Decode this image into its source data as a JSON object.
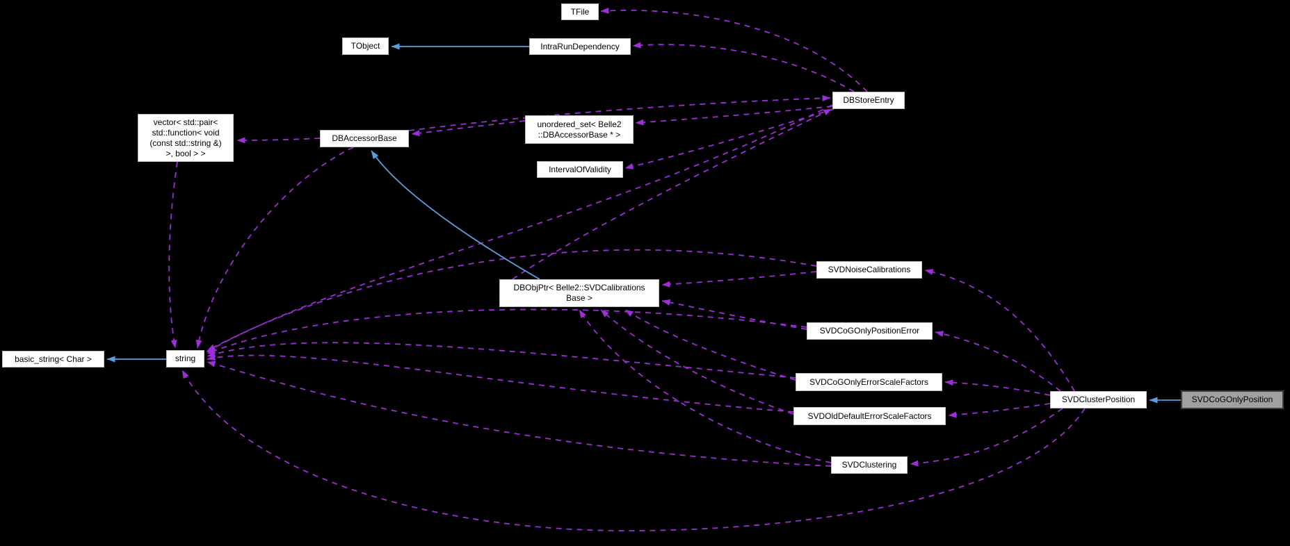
{
  "diagram": {
    "type": "doxygen-collaboration-graph",
    "focus_class": "SVDCoGOnlyPosition",
    "colors": {
      "background": "#000000",
      "node_fill": "#ffffff",
      "node_border": "#bdbdbd",
      "highlight_fill": "#a0a0a3",
      "highlight_border": "#3f3f3f",
      "text": "#000000",
      "usage": "#9c2fd6",
      "inheritance": "#57a0e0"
    },
    "nodes": [
      {
        "id": "tfile",
        "label": "TFile",
        "lines": [
          "TFile"
        ]
      },
      {
        "id": "tobject",
        "label": "TObject",
        "lines": [
          "TObject"
        ]
      },
      {
        "id": "intrarundependency",
        "label": "IntraRunDependency",
        "lines": [
          "IntraRunDependency"
        ]
      },
      {
        "id": "dbstoreentry",
        "label": "DBStoreEntry",
        "lines": [
          "DBStoreEntry"
        ]
      },
      {
        "id": "vector-pair",
        "label": "vector< std::pair< std::function< void (const std::string &) >, bool > >",
        "lines": [
          "vector< std::pair<",
          "std::function< void",
          "(const std::string &)",
          ">, bool > >"
        ]
      },
      {
        "id": "dbaccessorbase",
        "label": "DBAccessorBase",
        "lines": [
          "DBAccessorBase"
        ]
      },
      {
        "id": "unordered-set",
        "label": "unordered_set< Belle2::DBAccessorBase * >",
        "lines": [
          "unordered_set< Belle2",
          "::DBAccessorBase * >"
        ]
      },
      {
        "id": "intervalofvalidity",
        "label": "IntervalOfValidity",
        "lines": [
          "IntervalOfValidity"
        ]
      },
      {
        "id": "dbobjptr",
        "label": "DBObjPtr< Belle2::SVDCalibrationsBase >",
        "lines": [
          "DBObjPtr< Belle2::SVDCalibrations",
          "Base >"
        ]
      },
      {
        "id": "svdnoisecalibrations",
        "label": "SVDNoiseCalibrations",
        "lines": [
          "SVDNoiseCalibrations"
        ]
      },
      {
        "id": "svdcogonlypositionerror",
        "label": "SVDCoGOnlyPositionError",
        "lines": [
          "SVDCoGOnlyPositionError"
        ]
      },
      {
        "id": "svdcogonlyerrorscalefactors",
        "label": "SVDCoGOnlyErrorScaleFactors",
        "lines": [
          "SVDCoGOnlyErrorScaleFactors"
        ]
      },
      {
        "id": "svdolddefaulterrorscalefactors",
        "label": "SVDOldDefaultErrorScaleFactors",
        "lines": [
          "SVDOldDefaultErrorScaleFactors"
        ]
      },
      {
        "id": "svdclustering",
        "label": "SVDClustering",
        "lines": [
          "SVDClustering"
        ]
      },
      {
        "id": "svdclusterposition",
        "label": "SVDClusterPosition",
        "lines": [
          "SVDClusterPosition"
        ]
      },
      {
        "id": "svdcogonlyposition",
        "label": "SVDCoGOnlyPosition",
        "lines": [
          "SVDCoGOnlyPosition"
        ],
        "highlight": true
      },
      {
        "id": "basic-string",
        "label": "basic_string< Char >",
        "lines": [
          "basic_string< Char >"
        ]
      },
      {
        "id": "string",
        "label": "string",
        "lines": [
          "string"
        ]
      }
    ],
    "edges": [
      {
        "from": "DBStoreEntry",
        "to": "TFile",
        "relation": "usage"
      },
      {
        "from": "DBStoreEntry",
        "to": "IntraRunDependency",
        "relation": "usage"
      },
      {
        "from": "DBAccessorBase",
        "to": "DBStoreEntry",
        "relation": "usage"
      },
      {
        "from": "DBObjPtr< Belle2::SVDCalibrationsBase >",
        "to": "DBStoreEntry",
        "relation": "usage"
      },
      {
        "from": "DBStoreEntry",
        "to": "unordered_set< Belle2::DBAccessorBase * >",
        "relation": "usage"
      },
      {
        "from": "DBStoreEntry",
        "to": "IntervalOfValidity",
        "relation": "usage"
      },
      {
        "from": "unordered_set< Belle2::DBAccessorBase * >",
        "to": "DBAccessorBase",
        "relation": "usage"
      },
      {
        "from": "DBAccessorBase",
        "to": "vector< std::pair< std::function< void (const std::string &) >, bool > >",
        "relation": "usage"
      },
      {
        "from": "DBAccessorBase",
        "to": "string",
        "relation": "usage"
      },
      {
        "from": "DBStoreEntry",
        "to": "string",
        "relation": "usage"
      },
      {
        "from": "vector< std::pair< std::function< void (const std::string &) >, bool > >",
        "to": "string",
        "relation": "usage"
      },
      {
        "from": "SVDNoiseCalibrations",
        "to": "DBObjPtr< Belle2::SVDCalibrationsBase >",
        "relation": "usage"
      },
      {
        "from": "SVDCoGOnlyPositionError",
        "to": "DBObjPtr< Belle2::SVDCalibrationsBase >",
        "relation": "usage"
      },
      {
        "from": "SVDCoGOnlyErrorScaleFactors",
        "to": "DBObjPtr< Belle2::SVDCalibrationsBase >",
        "relation": "usage"
      },
      {
        "from": "SVDOldDefaultErrorScaleFactors",
        "to": "DBObjPtr< Belle2::SVDCalibrationsBase >",
        "relation": "usage"
      },
      {
        "from": "SVDClustering",
        "to": "DBObjPtr< Belle2::SVDCalibrationsBase >",
        "relation": "usage"
      },
      {
        "from": "SVDNoiseCalibrations",
        "to": "string",
        "relation": "usage"
      },
      {
        "from": "SVDCoGOnlyPositionError",
        "to": "string",
        "relation": "usage"
      },
      {
        "from": "SVDCoGOnlyErrorScaleFactors",
        "to": "string",
        "relation": "usage"
      },
      {
        "from": "SVDOldDefaultErrorScaleFactors",
        "to": "string",
        "relation": "usage"
      },
      {
        "from": "SVDClustering",
        "to": "string",
        "relation": "usage"
      },
      {
        "from": "SVDClusterPosition",
        "to": "SVDNoiseCalibrations",
        "relation": "usage"
      },
      {
        "from": "SVDClusterPosition",
        "to": "SVDCoGOnlyPositionError",
        "relation": "usage"
      },
      {
        "from": "SVDClusterPosition",
        "to": "SVDCoGOnlyErrorScaleFactors",
        "relation": "usage"
      },
      {
        "from": "SVDClusterPosition",
        "to": "SVDOldDefaultErrorScaleFactors",
        "relation": "usage"
      },
      {
        "from": "SVDClusterPosition",
        "to": "SVDClustering",
        "relation": "usage"
      },
      {
        "from": "SVDClusterPosition",
        "to": "string",
        "relation": "usage"
      },
      {
        "from": "IntraRunDependency",
        "to": "TObject",
        "relation": "inheritance"
      },
      {
        "from": "string",
        "to": "basic_string< Char >",
        "relation": "inheritance"
      },
      {
        "from": "SVDCoGOnlyPosition",
        "to": "SVDClusterPosition",
        "relation": "inheritance"
      },
      {
        "from": "DBObjPtr< Belle2::SVDCalibrationsBase >",
        "to": "DBAccessorBase",
        "relation": "inheritance"
      }
    ]
  }
}
